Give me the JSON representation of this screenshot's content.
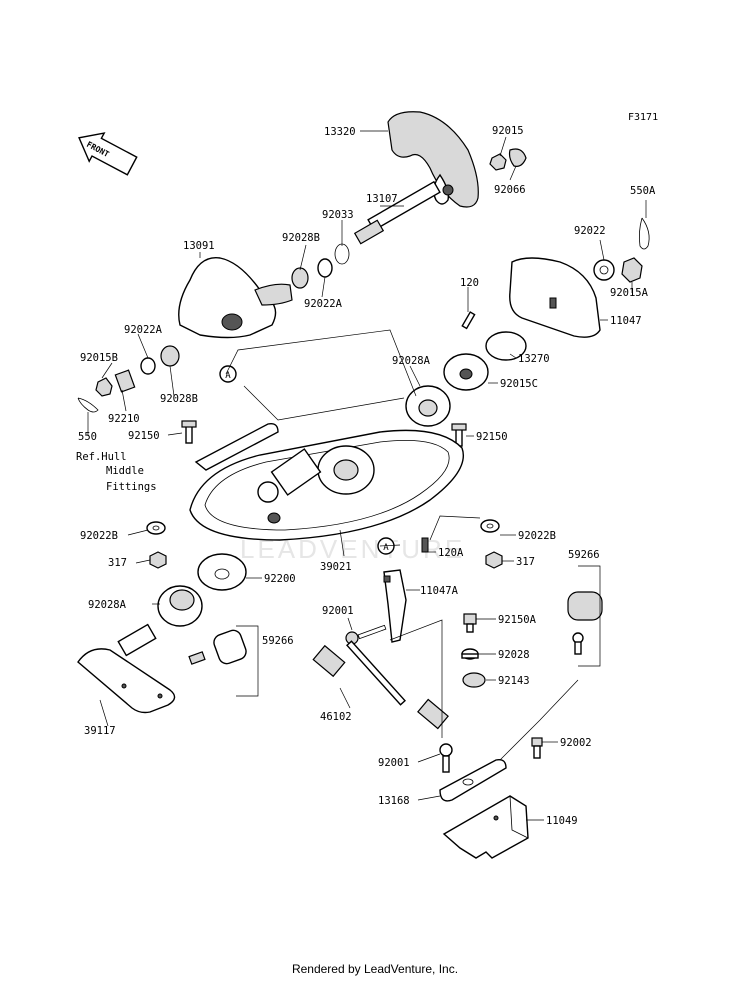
{
  "figure_id": "F3171",
  "front_arrow_text": "FRONT",
  "watermark": "LEADVENTURE",
  "footer": "Rendered by LeadVenture, Inc.",
  "reference_note": [
    "Ref.Hull",
    "Middle",
    "Fittings"
  ],
  "callout_letter": "A",
  "part_labels": [
    "13320",
    "92015",
    "92066",
    "13107",
    "550A",
    "92033",
    "92028B",
    "13091",
    "92022",
    "92022A",
    "92015A",
    "120",
    "11047",
    "92022A",
    "92015B",
    "92028B",
    "13270",
    "92028A",
    "92015C",
    "92210",
    "550",
    "92150",
    "92150",
    "92022B",
    "92022B",
    "317",
    "120A",
    "317",
    "39021",
    "92200",
    "59266",
    "92028A",
    "11047A",
    "92001",
    "92150A",
    "59266",
    "92028",
    "92143",
    "46102",
    "39117",
    "92002",
    "92001",
    "13168",
    "11049"
  ]
}
